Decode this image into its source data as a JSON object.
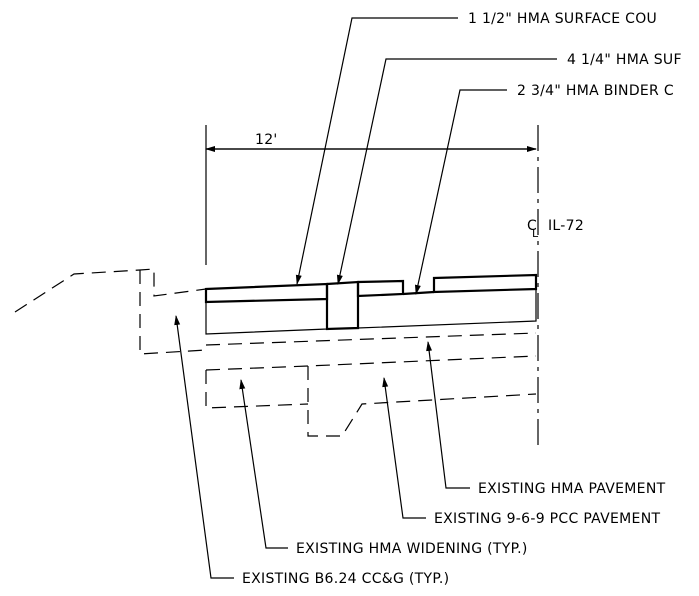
{
  "dimension": {
    "width_label": "12'"
  },
  "centerline": {
    "symbol": "C",
    "subscript": "L",
    "label": "IL-72"
  },
  "callouts": {
    "surface_course": "1 1/2\" HMA SURFACE COU",
    "surface_4": "4 1/4\" HMA SUF",
    "binder_course": "2 3/4\" HMA BINDER C",
    "existing_hma_pavement": "EXISTING HMA PAVEMENT",
    "existing_pcc_pavement": "EXISTING 9-6-9 PCC PAVEMENT",
    "existing_hma_widening": "EXISTING HMA WIDENING (TYP.)",
    "existing_ccg": "EXISTING B6.24 CC&G (TYP.)"
  }
}
